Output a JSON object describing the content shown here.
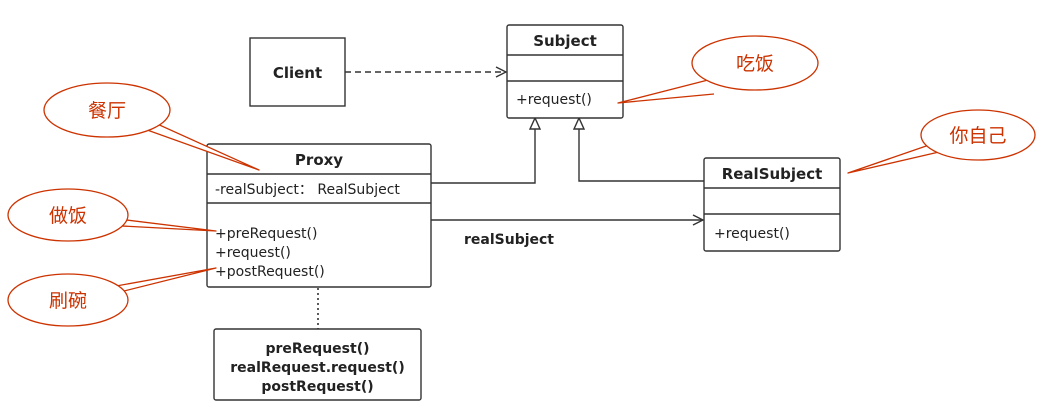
{
  "classes": {
    "client": {
      "name": "Client"
    },
    "subject": {
      "name": "Subject",
      "methods": [
        "+request()"
      ]
    },
    "proxy": {
      "name": "Proxy",
      "attributes": [
        "-realSubject： RealSubject"
      ],
      "methods": [
        "+preRequest()",
        "+request()",
        "+postRequest()"
      ]
    },
    "real_subject": {
      "name": "RealSubject",
      "methods": [
        "+request()"
      ]
    }
  },
  "association_label": "realSubject",
  "note": {
    "lines": [
      "preRequest()",
      "realRequest.request()",
      "postRequest()"
    ]
  },
  "callouts": {
    "restaurant": "餐厅",
    "eat": "吃饭",
    "cook": "做饭",
    "wash": "刷碗",
    "yourself": "你自己"
  },
  "colors": {
    "line": "#333333",
    "callout": "#cc3300"
  }
}
